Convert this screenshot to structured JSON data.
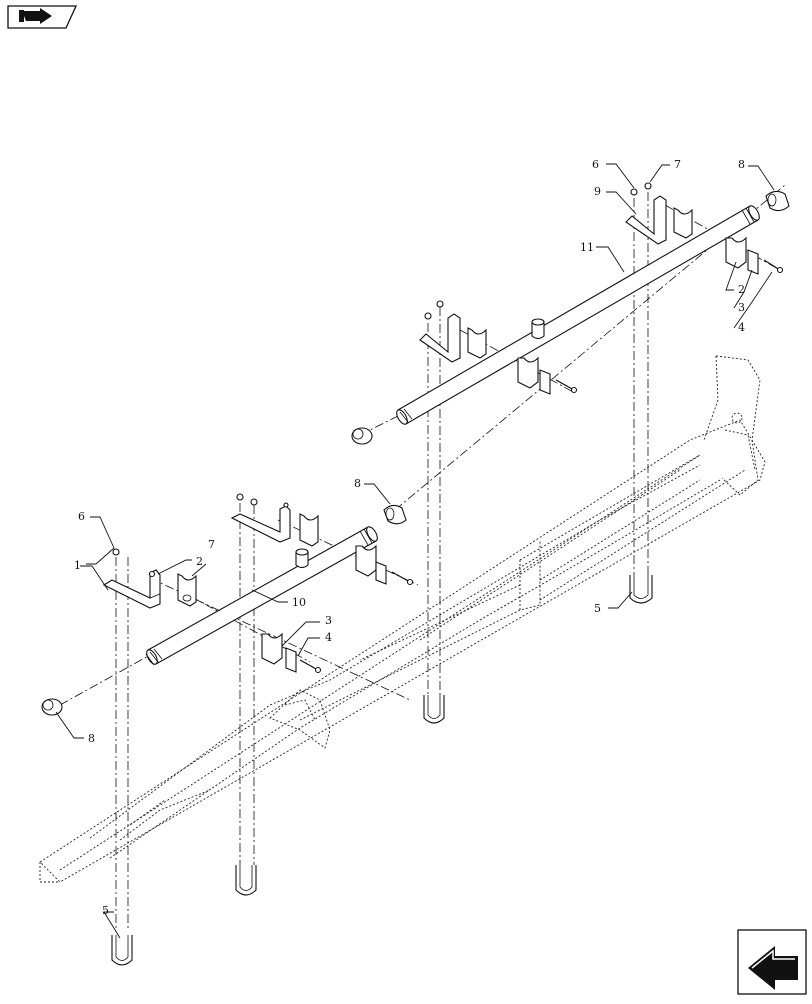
{
  "diagram": {
    "callouts": [
      {
        "id": "c1",
        "label": "1"
      },
      {
        "id": "c2a",
        "label": "2"
      },
      {
        "id": "c3a",
        "label": "3"
      },
      {
        "id": "c4a",
        "label": "4"
      },
      {
        "id": "c5a",
        "label": "5"
      },
      {
        "id": "c6a",
        "label": "6"
      },
      {
        "id": "c7a",
        "label": "7"
      },
      {
        "id": "c8a",
        "label": "8"
      },
      {
        "id": "c8b",
        "label": "8"
      },
      {
        "id": "c10",
        "label": "10"
      },
      {
        "id": "c6b",
        "label": "6"
      },
      {
        "id": "c7b",
        "label": "7"
      },
      {
        "id": "c8c",
        "label": "8"
      },
      {
        "id": "c9",
        "label": "9"
      },
      {
        "id": "c11",
        "label": "11"
      },
      {
        "id": "c2b",
        "label": "2"
      },
      {
        "id": "c3b",
        "label": "3"
      },
      {
        "id": "c4b",
        "label": "4"
      },
      {
        "id": "c5b",
        "label": "5"
      }
    ]
  },
  "icons": {
    "top_nav": "arrow-right-icon",
    "bottom_nav": "arrow-return-icon"
  }
}
